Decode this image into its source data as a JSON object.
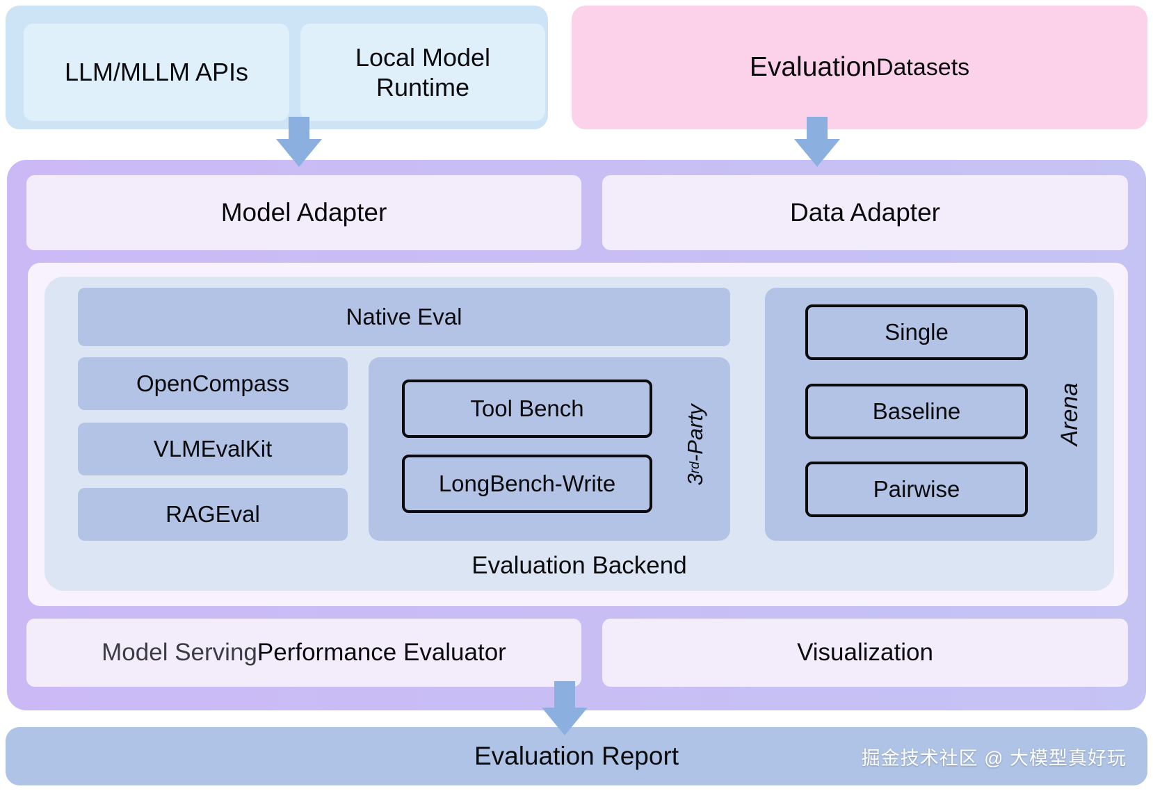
{
  "diagram": {
    "sources": {
      "api_box": "LLM/MLLM APIs",
      "runtime_box": "Local Model Runtime",
      "datasets_primary": "Evaluation ",
      "datasets_secondary": "Datasets"
    },
    "adapters": {
      "model": "Model Adapter",
      "data": "Data Adapter"
    },
    "backend": {
      "title": "Evaluation Backend",
      "native_eval_label": "Native Eval",
      "native_items": [
        "OpenCompass",
        "VLMEvalKit",
        "RAGEval"
      ],
      "third_party": {
        "label_prefix": "3",
        "label_sup": "rd",
        "label_suffix": "-Party",
        "items": [
          "Tool Bench",
          "LongBench-Write"
        ]
      },
      "arena": {
        "label": "Arena",
        "items": [
          "Single",
          "Baseline",
          "Pairwise"
        ]
      }
    },
    "bottom": {
      "serving_prefix": "Model Serving ",
      "serving_main": "Performance Evaluator",
      "visualization": "Visualization"
    },
    "report": {
      "label": "Evaluation Report",
      "watermark": "掘金技术社区 @ 大模型真好玩"
    }
  },
  "colors": {
    "c-sky-outer": "#cde3f6",
    "c-sky-inner": "#e0f0fb",
    "c-pink": "#fbd2e9",
    "c-purple-a": "#cbb9f6",
    "c-purple-b": "#c5c3f3",
    "c-lavender": "#f3edfb",
    "c-white-panel": "#f7f2fd",
    "c-backend": "#dce5f3",
    "c-block": "#b2c3e5",
    "c-report": "#aec3e5",
    "c-arrow": "#8bb0e0"
  }
}
